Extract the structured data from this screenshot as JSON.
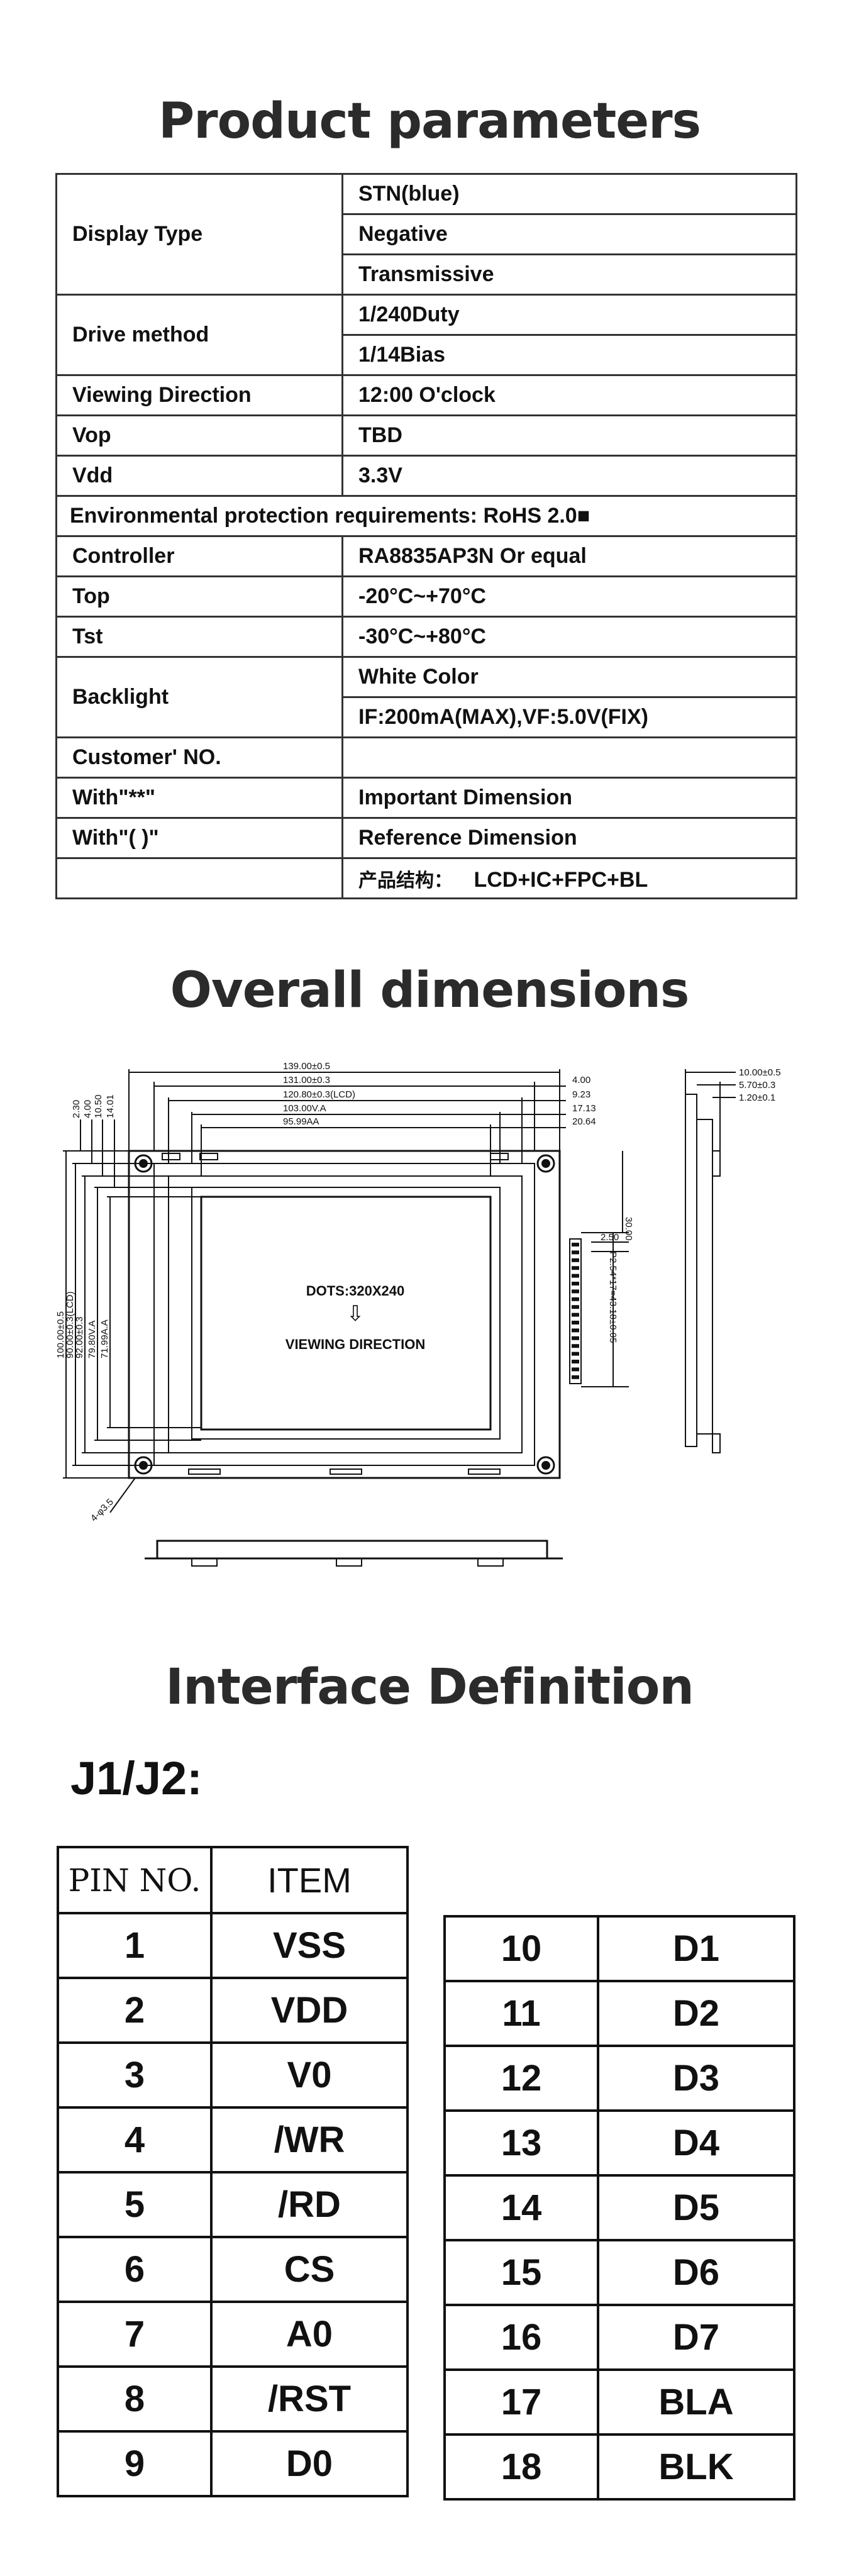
{
  "sections": {
    "product_title": "Product parameters",
    "dimensions_title": "Overall dimensions",
    "interface_title": "Interface Definition"
  },
  "params": {
    "display_type": {
      "label": "Display Type",
      "values": [
        "STN(blue)",
        "Negative",
        "Transmissive"
      ]
    },
    "drive_method": {
      "label": "Drive method",
      "values": [
        "1/240Duty",
        "1/14Bias"
      ]
    },
    "viewing_direction": {
      "label": "Viewing Direction",
      "value": "12:00 O'clock"
    },
    "vop": {
      "label": "Vop",
      "value": "TBD"
    },
    "vdd": {
      "label": "Vdd",
      "value": "3.3V"
    },
    "environment": "Environmental protection requirements: RoHS 2.0■",
    "controller": {
      "label": "Controller",
      "value": "RA8835AP3N Or equal"
    },
    "top": {
      "label": "Top",
      "value": "-20°C~+70°C"
    },
    "tst": {
      "label": "Tst",
      "value": "-30°C~+80°C"
    },
    "backlight": {
      "label": "Backlight",
      "values": [
        "White Color",
        "IF:200mA(MAX),VF:5.0V(FIX)"
      ]
    },
    "customer_no": {
      "label": "Customer' NO.",
      "value": ""
    },
    "important": {
      "label": "With\"**\"",
      "value": "Important Dimension"
    },
    "reference": {
      "label": "With\"( )\"",
      "value": "Reference Dimension"
    },
    "structure": {
      "label": "产品结构：",
      "value": "LCD+IC+FPC+BL"
    }
  },
  "drawing": {
    "dims_top": [
      "139.00±0.5",
      "131.00±0.3",
      "120.80±0.3(LCD)",
      "103.00V.A",
      "95.99AA"
    ],
    "dims_right": [
      "4.00",
      "9.23",
      "17.13",
      "20.64"
    ],
    "dims_left": [
      "2.30",
      "4.00",
      "10.50",
      "14.01"
    ],
    "dims_vertical": [
      "100.00±0.5",
      "90.00±0.3(LCD)",
      "92.00±0.3",
      "79.80V.A",
      "71.99A.A"
    ],
    "side_dims": [
      "10.00±0.5",
      "5.70±0.3",
      "1.20±0.1"
    ],
    "pin_dims": [
      "30.00",
      "2.50",
      "P2.54*17=43.18±0.05"
    ],
    "hole": "4-φ3.5",
    "dots": "DOTS:320X240",
    "view_arrow": "⇩",
    "viewing": "VIEWING DIRECTION"
  },
  "interface": {
    "connector_label": "J1/J2:",
    "header": {
      "pin": "PIN NO.",
      "item": "ITEM"
    },
    "left_pins": [
      {
        "pin": "1",
        "item": "VSS"
      },
      {
        "pin": "2",
        "item": "VDD"
      },
      {
        "pin": "3",
        "item": "V0"
      },
      {
        "pin": "4",
        "item": "/WR"
      },
      {
        "pin": "5",
        "item": "/RD"
      },
      {
        "pin": "6",
        "item": "CS"
      },
      {
        "pin": "7",
        "item": "A0"
      },
      {
        "pin": "8",
        "item": "/RST"
      },
      {
        "pin": "9",
        "item": "D0"
      }
    ],
    "right_pins": [
      {
        "pin": "10",
        "item": "D1"
      },
      {
        "pin": "11",
        "item": "D2"
      },
      {
        "pin": "12",
        "item": "D3"
      },
      {
        "pin": "13",
        "item": "D4"
      },
      {
        "pin": "14",
        "item": "D5"
      },
      {
        "pin": "15",
        "item": "D6"
      },
      {
        "pin": "16",
        "item": "D7"
      },
      {
        "pin": "17",
        "item": "BLA"
      },
      {
        "pin": "18",
        "item": "BLK"
      }
    ]
  }
}
